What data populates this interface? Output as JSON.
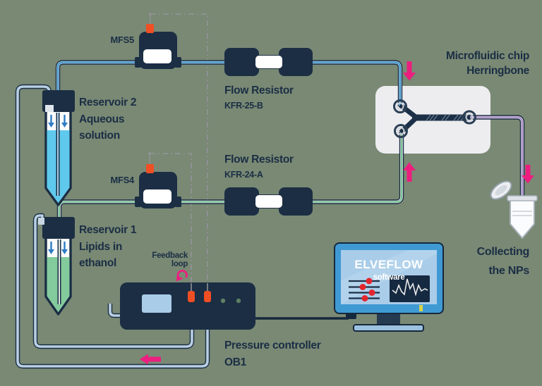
{
  "sensors": {
    "mfs5": "MFS5",
    "mfs4": "MFS4"
  },
  "reservoir2": {
    "name": "Reservoir 2",
    "contents_line1": "Aqueous",
    "contents_line2": "solution"
  },
  "reservoir1": {
    "name": "Reservoir 1",
    "contents_line1": "Lipids in",
    "contents_line2": "ethanol"
  },
  "flow_resistor_top": {
    "label": "Flow Resistor",
    "model": "KFR-25-B"
  },
  "flow_resistor_bottom": {
    "label": "Flow Resistor",
    "model": "KFR-24-A"
  },
  "chip": {
    "label_line1": "Microfluidic chip",
    "label_line2": "Herringbone"
  },
  "feedback": {
    "line1": "Feedback",
    "line2": "loop"
  },
  "controller": {
    "label_line1": "Pressure controller",
    "label_line2": "OB1"
  },
  "software": {
    "title": "ELVEFLOW",
    "subtitle": "software"
  },
  "collection": {
    "line1": "Collecting",
    "line2": "the NPs"
  },
  "colors": {
    "background": "#798974",
    "navy": "#1b2e44",
    "pink": "#ed1e7f",
    "orange": "#f04e23",
    "dashed_gray": "#909295",
    "aqueous_blue": "#5ec9ec",
    "lipid_green": "#83cb9c",
    "tube_blue": "#3b93cc",
    "tube_green": "#6fbe8e",
    "tube_purple": "#a58cc0",
    "chip_gray": "#ededf0",
    "monitor_blue": "#3f9ad4",
    "screen_blue": "#a9cce9",
    "red_dot": "#e5252e"
  }
}
